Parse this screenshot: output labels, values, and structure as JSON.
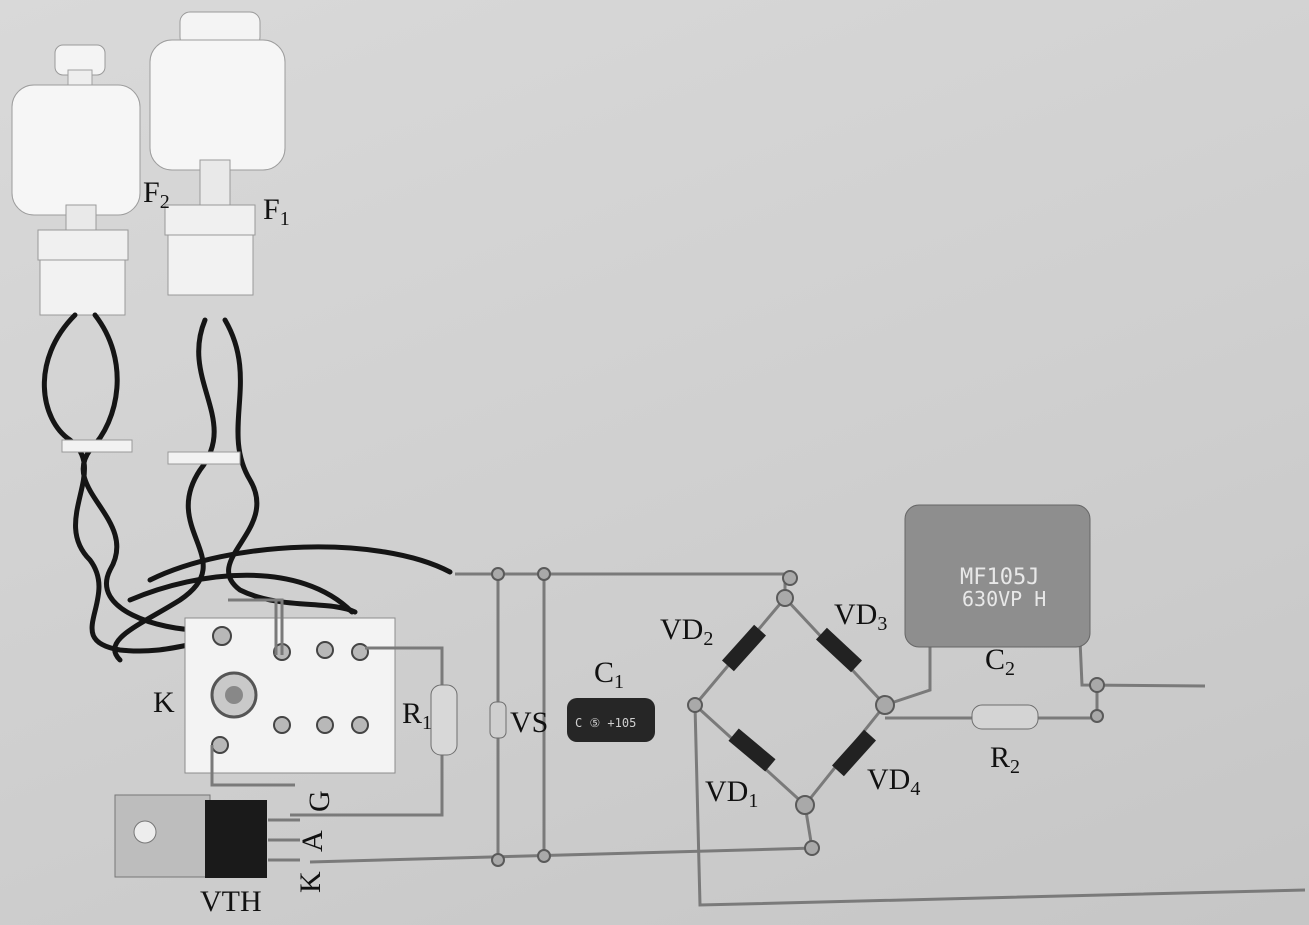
{
  "labels": {
    "F2": {
      "base": "F",
      "sub": "2"
    },
    "F1": {
      "base": "F",
      "sub": "1"
    },
    "K_relay": {
      "base": "K"
    },
    "R1": {
      "base": "R",
      "sub": "1"
    },
    "VS": {
      "base": "VS"
    },
    "C1": {
      "base": "C",
      "sub": "1"
    },
    "VD2": {
      "base": "VD",
      "sub": "2"
    },
    "VD3": {
      "base": "VD",
      "sub": "3"
    },
    "VD1": {
      "base": "VD",
      "sub": "1"
    },
    "VD4": {
      "base": "VD",
      "sub": "4"
    },
    "C2": {
      "base": "C",
      "sub": "2"
    },
    "R2": {
      "base": "R",
      "sub": "2"
    },
    "VTH": {
      "base": "VTH"
    },
    "pin_G": {
      "base": "G"
    },
    "pin_A": {
      "base": "A"
    },
    "pin_K": {
      "base": "K"
    }
  },
  "component_markings": {
    "C2_line1": "MF105J",
    "C2_line2": "630VP H",
    "C1_marking": "C ⑤ +105"
  }
}
